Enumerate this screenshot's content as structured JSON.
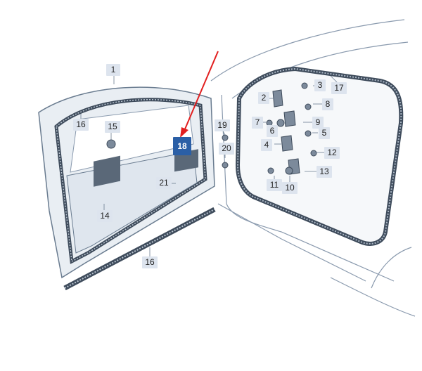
{
  "diagram": {
    "callouts": {
      "c1": "1",
      "c2": "2",
      "c3": "3",
      "c4": "4",
      "c5": "5",
      "c6": "6",
      "c7": "7",
      "c8": "8",
      "c9": "9",
      "c10": "10",
      "c11": "11",
      "c12": "12",
      "c13": "13",
      "c14": "14",
      "c15": "15",
      "c16a": "16",
      "c16b": "16",
      "c17": "17",
      "c18": "18",
      "c19": "19",
      "c20": "20",
      "c21": "21"
    },
    "highlighted_part": "18",
    "colors": {
      "highlight_fill": "#2b5fa6",
      "callout_fill": "#dde4ee",
      "arrow": "#e21f1f",
      "line_art": "#6a7c90",
      "door_fill": "#e9eef3"
    }
  }
}
